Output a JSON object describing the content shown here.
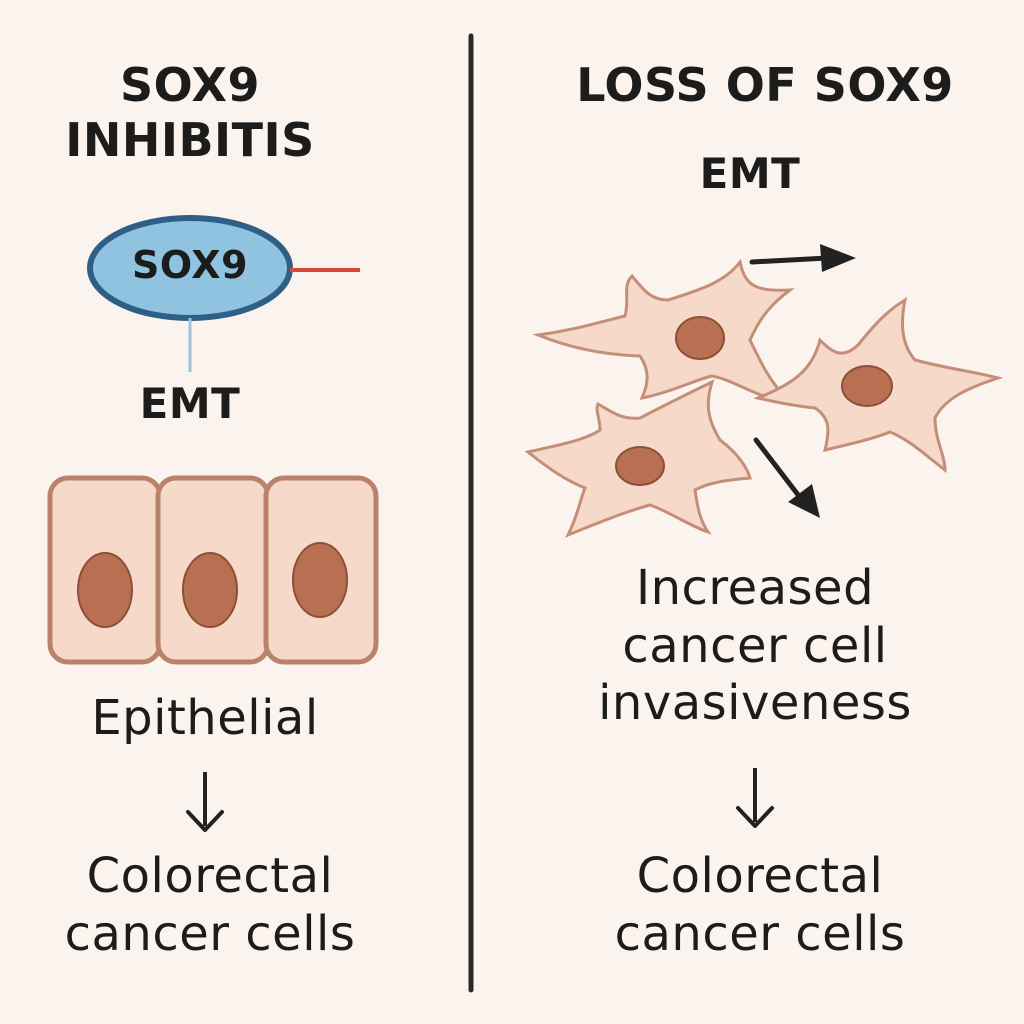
{
  "left_panel": {
    "title_line1": "SOX9",
    "title_line2": "INHIBITIS",
    "sox9_label": "SOX9",
    "emt_label": "EMT",
    "epithelial_label": "Epithelial",
    "result_line1": "Colorectal",
    "result_line2": "cancer cells"
  },
  "right_panel": {
    "title": "LOSS OF SOX9",
    "emt_label": "EMT",
    "effect_line1": "Increased",
    "effect_line2": "cancer cell",
    "effect_line3": "invasiveness",
    "result_line1": "Colorectal",
    "result_line2": "cancer cells"
  },
  "colors": {
    "background": "#fbf4ee",
    "cell_fill": "#f6d9c9",
    "cell_stroke": "#b9826a",
    "nucleus": "#b86f52",
    "sox9_fill": "#8fc3df",
    "sox9_stroke": "#2f5f86",
    "inhibit_line": "#d9473a",
    "divider": "#2a2a2a"
  }
}
